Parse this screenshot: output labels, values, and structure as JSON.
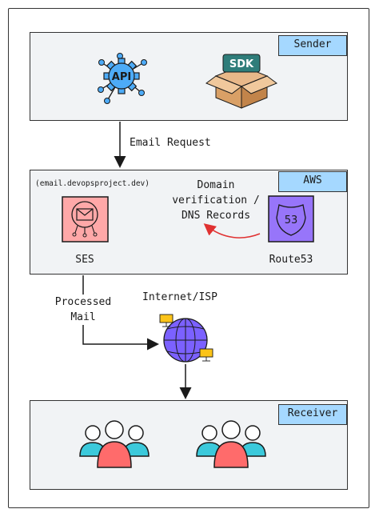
{
  "sections": {
    "sender": {
      "title": "Sender"
    },
    "aws": {
      "title": "AWS"
    },
    "receiver": {
      "title": "Receiver"
    }
  },
  "icons": {
    "api": {
      "name": "api-gear-icon",
      "text": "API"
    },
    "sdk": {
      "name": "sdk-box-icon",
      "text": "SDK"
    },
    "ses": {
      "name": "ses-mail-icon"
    },
    "route53": {
      "name": "route53-shield-icon",
      "text": "53"
    }
  },
  "labels": {
    "email_request": "Email Request",
    "domain": "(email.devopsproject.dev)",
    "dns_line1": "Domain",
    "dns_line2": "verification /",
    "dns_line3": "DNS Records",
    "ses": "SES",
    "route53": "Route53",
    "processed_line1": "Processed",
    "processed_line2": "Mail",
    "internet": "Internet/ISP"
  },
  "colors": {
    "panel_bg": "#f1f3f5",
    "tag_bg": "#a5d8ff",
    "ses_fill": "#ffa8a8",
    "route53_fill": "#9775fa",
    "api_fill": "#4dabf7",
    "globe_fill": "#7b61ff",
    "arrow_red": "#e03131",
    "user_red": "#ff6b6b",
    "user_teal": "#3bc9db"
  }
}
